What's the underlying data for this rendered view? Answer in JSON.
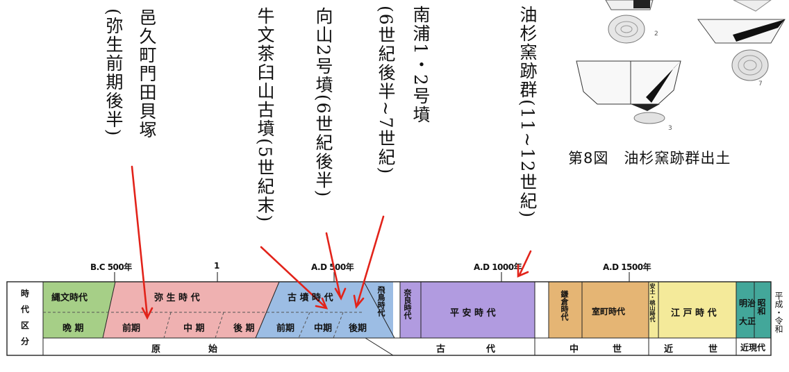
{
  "labels": {
    "yuragu": "邑久町門田貝塚",
    "yuragu_date": "(弥生前期後半)",
    "ushimado": "牛文茶臼山古墳(5世紀末)",
    "mukaiyama": "向山2号墳(6世紀後半)",
    "minamiura_a": "南浦1・2号墳",
    "minamiura_b": "(6世紀後半~7世紀)",
    "yusugi": "油杉窯跡群(11~12世紀)"
  },
  "figure": {
    "caption": "第8図　油杉窯跡群出土",
    "numbers": [
      "2",
      "7",
      "3"
    ]
  },
  "timeline": {
    "ticks": [
      "B.C 500年",
      "1",
      "A.D 500年",
      "A.D 1000年",
      "A.D 1500年"
    ],
    "row_header": [
      "時",
      "代",
      "区",
      "分"
    ],
    "jomon": {
      "name": "縄文時代",
      "late": "晩 期"
    },
    "yayoi": {
      "name": "弥 生 時 代",
      "early": "前期",
      "middle": "中 期",
      "late": "後 期"
    },
    "kofun": {
      "name": "古 墳 時 代",
      "early": "前期",
      "middle": "中期",
      "late": "後期"
    },
    "asuka": "飛鳥時代",
    "nara": "奈良時代",
    "heian": "平 安 時 代",
    "kamakura": "鎌倉時代",
    "muromachi": "室町時代",
    "azuchi": "安土・桃山時代",
    "edo": "江 戸 時 代",
    "meiji": "明治",
    "taisho": "大正",
    "showa": "昭和",
    "heisei": "平成・令和",
    "eras": {
      "genshi_1": "原",
      "genshi_2": "始",
      "kodai_1": "古",
      "kodai_2": "代",
      "chusei_1": "中",
      "chusei_2": "世",
      "kinsei_1": "近",
      "kinsei_2": "世",
      "kingendai": "近現代"
    }
  },
  "colors": {
    "jomon": "#a6cf87",
    "yayoi": "#efb1b1",
    "kofun": "#9cbde4",
    "heian": "#b19be0",
    "kamakura": "#e5b574",
    "edo": "#f4ea9a",
    "modern": "#43a79a",
    "arrow": "#e2231a"
  }
}
